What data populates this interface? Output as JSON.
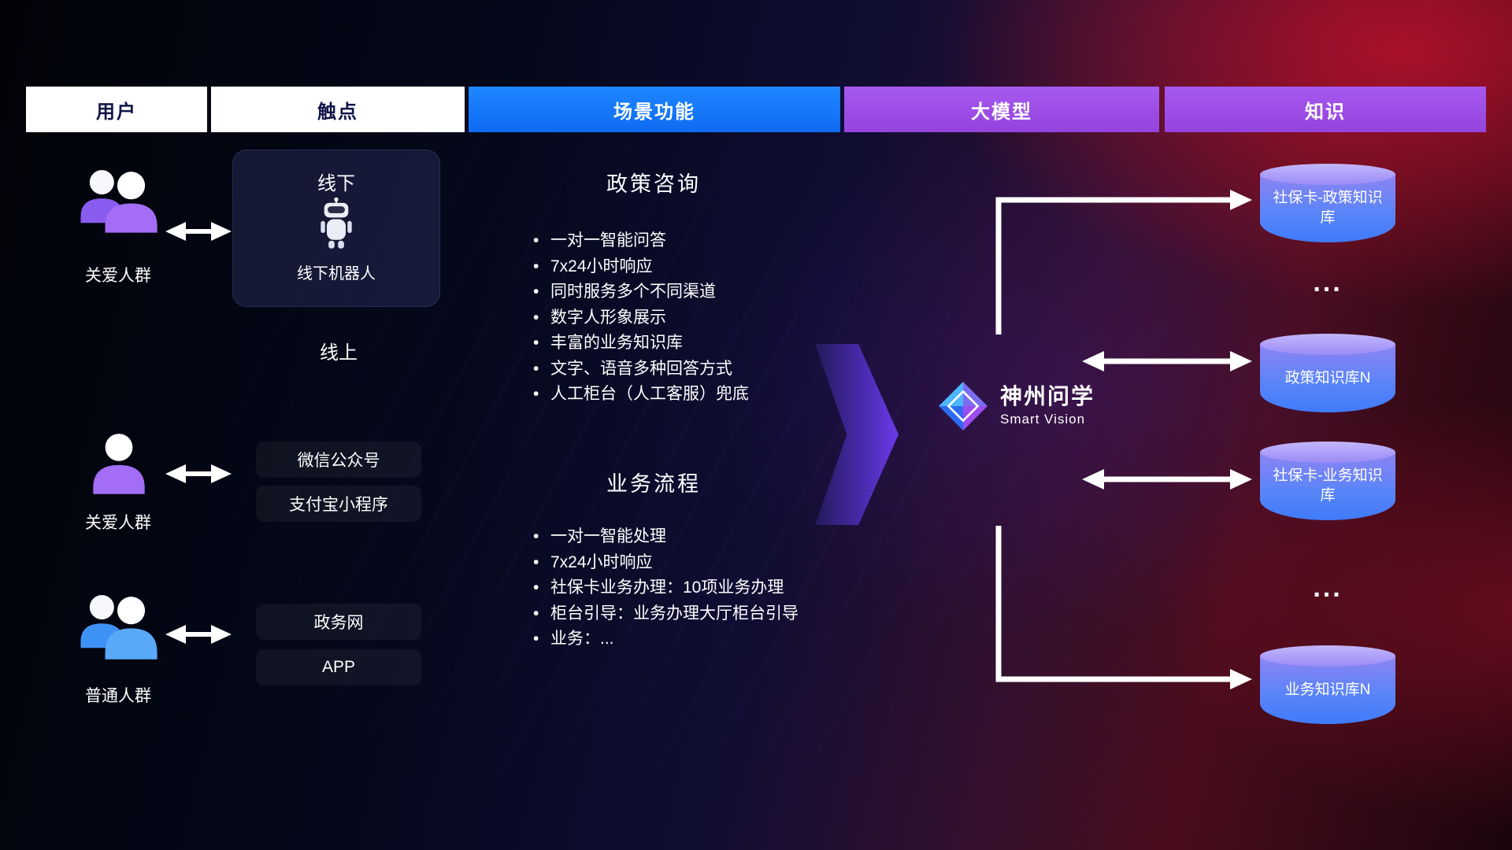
{
  "headers": [
    {
      "label": "用户"
    },
    {
      "label": "触点"
    },
    {
      "label": "场景功能"
    },
    {
      "label": "大模型"
    },
    {
      "label": "知识"
    }
  ],
  "users": [
    {
      "label": "关爱人群",
      "icon": "people-group-purple-icon"
    },
    {
      "label": "关爱人群",
      "icon": "person-purple-icon"
    },
    {
      "label": "普通人群",
      "icon": "people-group-blue-icon"
    }
  ],
  "touchpoints": {
    "offline_title": "线下",
    "offline_robot_label": "线下机器人",
    "online_title": "线上",
    "wechat": "微信公众号",
    "alipay": "支付宝小程序",
    "gov": "政务网",
    "app": "APP"
  },
  "scenario": {
    "sections": [
      {
        "title": "政策咨询",
        "items": [
          "一对一智能问答",
          "7x24小时响应",
          "同时服务多个不同渠道",
          "数字人形象展示",
          "丰富的业务知识库",
          "文字、语音多种回答方式",
          "人工柜台（人工客服）兜底"
        ]
      },
      {
        "title": "业务流程",
        "items": [
          "一对一智能处理",
          "7x24小时响应",
          "社保卡业务办理：10项业务办理",
          "柜台引导：业务办理大厅柜台引导",
          "业务：..."
        ]
      }
    ]
  },
  "logo": {
    "name": "神州问学",
    "subtitle": "Smart Vision"
  },
  "knowledge": {
    "databases": [
      {
        "label": "社保卡-政策知识库"
      },
      {
        "label": "政策知识库N"
      },
      {
        "label": "社保卡-业务知识库"
      },
      {
        "label": "业务知识库N"
      }
    ],
    "ellipsis": "..."
  },
  "colors": {
    "header_blue": "#1476ff",
    "header_purple": "#9b4fe0",
    "cylinder_top": "#b7a6fa",
    "cylinder_body": "#3f7bfb",
    "arrow_purple": "#6f3cf2"
  }
}
